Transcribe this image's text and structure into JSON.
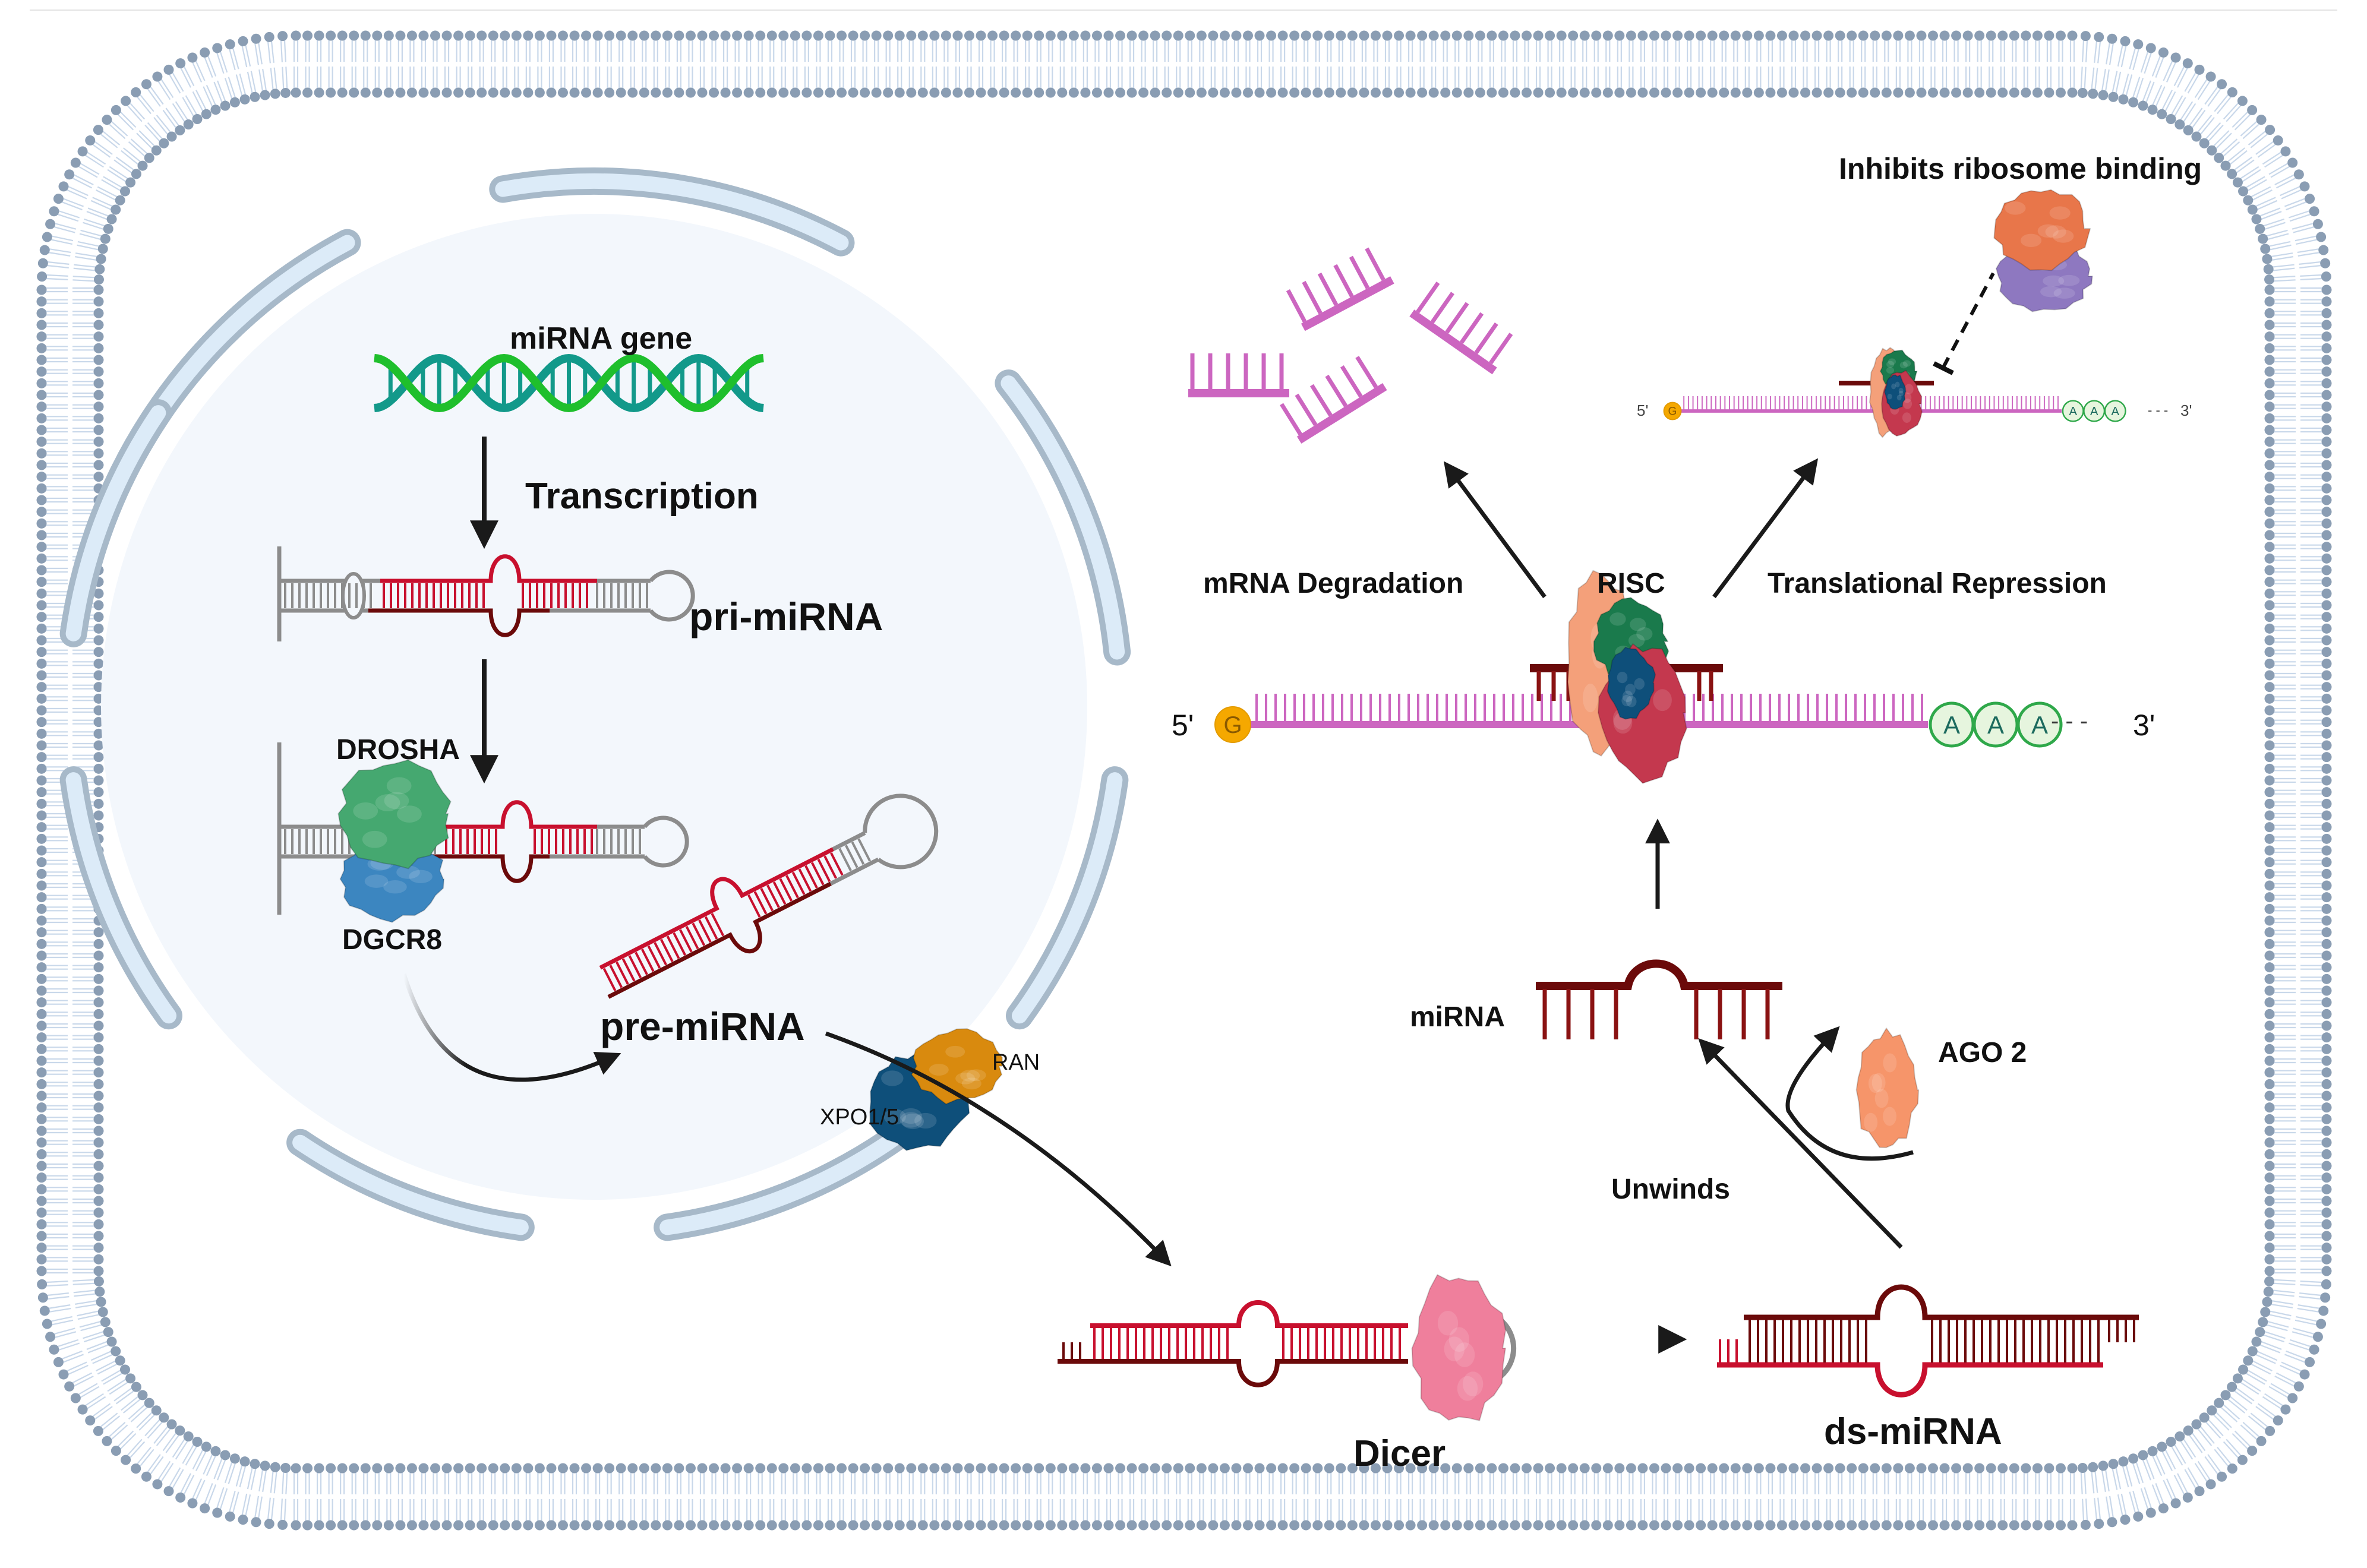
{
  "title": "miRNA biogenesis and mechanism of action",
  "colors": {
    "membrane_head": "#8a9db3",
    "membrane_tail": "#c9d8ea",
    "nucleus_fill": "#f3f7fc",
    "nuclear_envelope_stroke": "#a7b9c9",
    "nuclear_envelope_fill": "#dcebf8",
    "dna_teal": "#12998a",
    "dna_green": "#1fbf2c",
    "rna_red": "#c8102e",
    "rna_dark": "#6b0a0a",
    "rna_grey": "#8c8c8c",
    "mrna_pink": "#cc66c0",
    "cap_orange": "#f5a800",
    "polyA_green": "#2fa84a",
    "polyA_fill": "#e6f5de",
    "drosha_green": "#45a870",
    "dgcr8_blue": "#3c86c0",
    "ran_orange": "#d98a0e",
    "xpo_blue": "#0e4f7a",
    "dicer_pink": "#ef7f9c",
    "ago_orange": "#f6956a",
    "risc_red": "#c4384e",
    "risc_green": "#1a7a4c",
    "ribosome_orange": "#e8764a",
    "ribosome_purple": "#8e78c0",
    "arrow": "#1a1a1a"
  },
  "labels": {
    "mirna_gene": "miRNA gene",
    "transcription": "Transcription",
    "pri_mirna": "pri-miRNA",
    "drosha": "DROSHA",
    "dgcr8": "DGCR8",
    "pre_mirna": "pre-miRNA",
    "ran": "RAN",
    "xpo": "XPO1/5",
    "dicer": "Dicer",
    "ds_mirna": "ds-miRNA",
    "unwinds": "Unwinds",
    "ago2": "AGO 2",
    "mirna": "miRNA",
    "risc": "RISC",
    "mrna_degradation": "mRNA Degradation",
    "translational_repression": "Translational Repression",
    "inhibits_ribosome": "Inhibits ribosome binding",
    "five_prime": "5'",
    "three_prime": "3'",
    "cap": "G",
    "polyA": [
      "A",
      "A",
      "A"
    ],
    "dashes": "- - -"
  }
}
